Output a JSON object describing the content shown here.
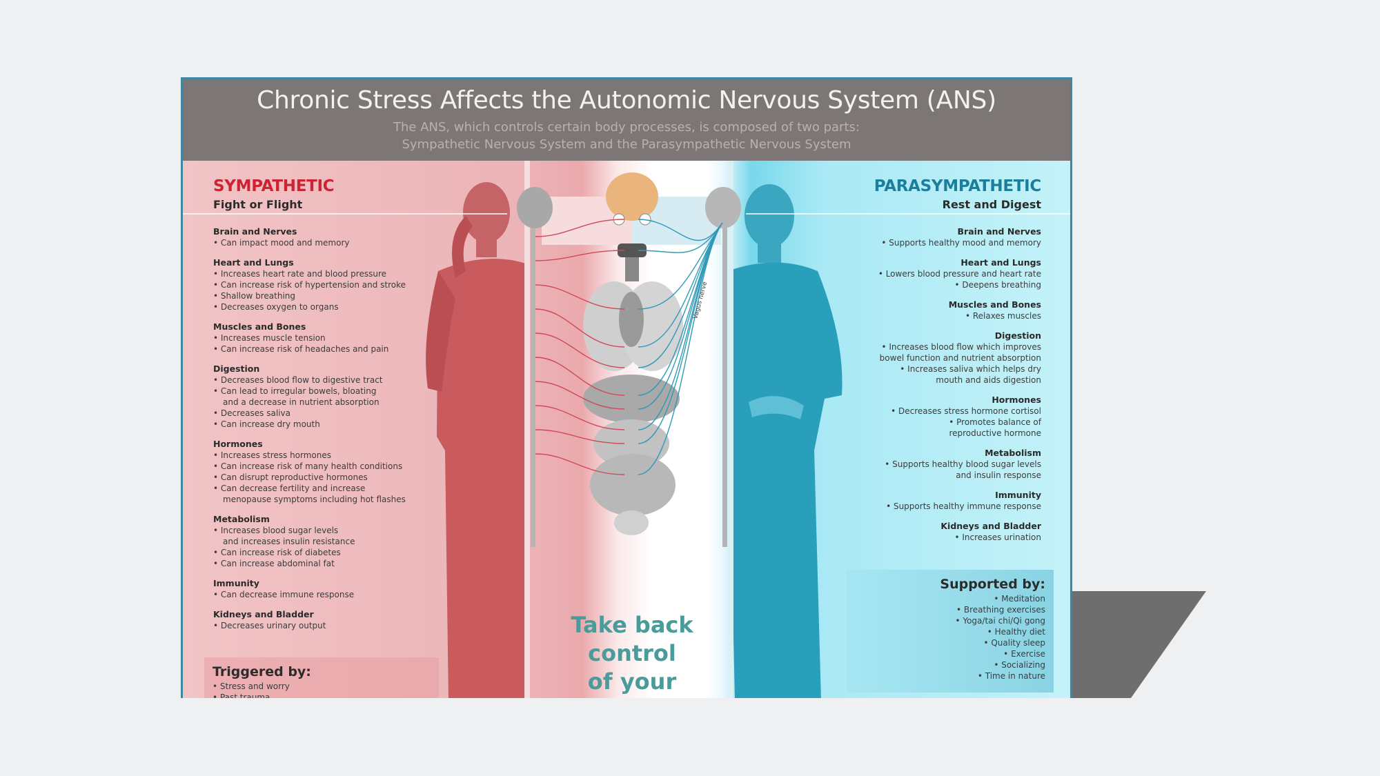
{
  "header": {
    "title": "Chronic Stress Affects the Autonomic Nervous System (ANS)",
    "subtitle_line1": "The ANS, which controls certain body processes, is composed of two parts:",
    "subtitle_line2": "Sympathetic Nervous System and the Parasympathetic Nervous System"
  },
  "colors": {
    "header_bg": "#7d7676",
    "sympathetic": "#cc2432",
    "parasympathetic": "#1a7e9c",
    "cta": "#4a9c9a"
  },
  "sympathetic": {
    "title": "SYMPATHETIC",
    "subtitle": "Fight or Flight",
    "groups": [
      {
        "heading": "Brain and Nerves",
        "bullets": [
          "Can impact mood and memory"
        ]
      },
      {
        "heading": "Heart and Lungs",
        "bullets": [
          "Increases heart rate and blood pressure",
          "Can increase risk of hypertension and stroke",
          "Shallow breathing",
          "Decreases oxygen to organs"
        ]
      },
      {
        "heading": "Muscles and Bones",
        "bullets": [
          "Increases muscle tension",
          "Can increase risk of headaches and pain"
        ]
      },
      {
        "heading": "Digestion",
        "bullets": [
          "Decreases blood flow to digestive tract",
          "Can lead to irregular bowels, bloating\nand a decrease in nutrient absorption",
          "Decreases saliva",
          "Can increase dry mouth"
        ]
      },
      {
        "heading": "Hormones",
        "bullets": [
          "Increases stress hormones",
          "Can increase risk of many health conditions",
          "Can disrupt reproductive hormones",
          "Can decrease fertility and increase\nmenopause symptoms including hot flashes"
        ]
      },
      {
        "heading": "Metabolism",
        "bullets": [
          "Increases blood sugar levels\nand increases insulin resistance",
          "Can increase risk of diabetes",
          "Can increase abdominal fat"
        ]
      },
      {
        "heading": "Immunity",
        "bullets": [
          "Can decrease immune response"
        ]
      },
      {
        "heading": "Kidneys and Bladder",
        "bullets": [
          "Decreases urinary output"
        ]
      }
    ],
    "triggered": {
      "title": "Triggered by:",
      "bullets": [
        "Stress and worry",
        "Past trauma"
      ]
    }
  },
  "parasympathetic": {
    "title": "PARASYMPATHETIC",
    "subtitle": "Rest and Digest",
    "groups": [
      {
        "heading": "Brain and Nerves",
        "bullets": [
          "Supports healthy mood and memory"
        ]
      },
      {
        "heading": "Heart and Lungs",
        "bullets": [
          "Lowers blood pressure and heart rate",
          "Deepens breathing"
        ]
      },
      {
        "heading": "Muscles and Bones",
        "bullets": [
          "Relaxes muscles"
        ]
      },
      {
        "heading": "Digestion",
        "bullets": [
          "Increases blood flow which improves\nbowel function and nutrient absorption",
          "Increases saliva which helps dry\nmouth and aids digestion"
        ]
      },
      {
        "heading": "Hormones",
        "bullets": [
          "Decreases stress hormone cortisol",
          "Promotes balance of\nreproductive hormone"
        ]
      },
      {
        "heading": "Metabolism",
        "bullets": [
          "Supports healthy blood sugar levels\nand insulin response"
        ]
      },
      {
        "heading": "Immunity",
        "bullets": [
          "Supports healthy immune response"
        ]
      },
      {
        "heading": "Kidneys and Bladder",
        "bullets": [
          "Increases urination"
        ]
      }
    ],
    "supported": {
      "title": "Supported by:",
      "bullets": [
        "Meditation",
        "Breathing exercises",
        "Yoga/tai chi/Qi gong",
        "Healthy diet",
        "Quality sleep",
        "Exercise",
        "Socializing",
        "Time in nature"
      ]
    }
  },
  "center": {
    "vagus_label": "Vagus nerve",
    "cta_line1": "Take back",
    "cta_line2": "control",
    "cta_line3": "of your"
  }
}
